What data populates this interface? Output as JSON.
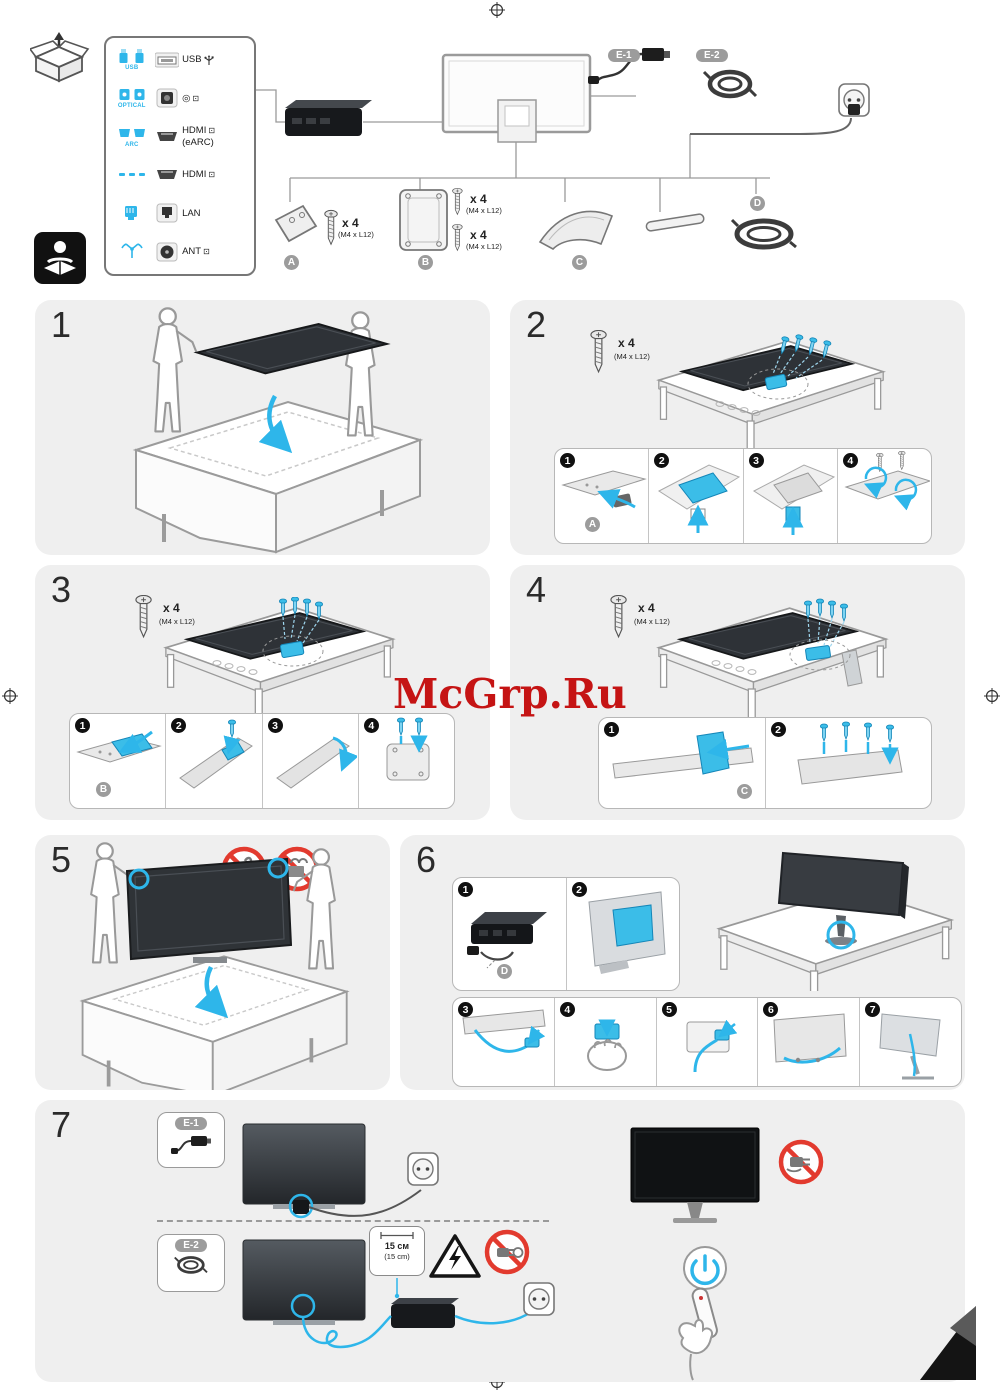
{
  "page": {
    "watermark": "McGrp.Ru"
  },
  "colors": {
    "accent_blue": "#2eb6ea",
    "part_blue": "#3bbde8",
    "prohibit_red": "#e23a2e",
    "watermark_red": "#c51414",
    "section_gray": "#efefef"
  },
  "ports_panel": {
    "rows": [
      {
        "label": "USB",
        "text": "USB"
      },
      {
        "label": "OPTICAL",
        "text": ""
      },
      {
        "label": "ARC",
        "text": "HDMI",
        "text2": "(eARC)"
      },
      {
        "label": "",
        "text": "HDMI"
      },
      {
        "label": "",
        "text": "LAN"
      },
      {
        "label": "",
        "text": "ANT"
      }
    ]
  },
  "glyphs": {
    "input": "⊡",
    "optical_out": "◎"
  },
  "screw": {
    "qty": "x 4",
    "size": "(M4 x L12)"
  },
  "parts": {
    "a": "A",
    "b": "B",
    "c": "C",
    "d": "D"
  },
  "cables": {
    "e1": "E-1",
    "e2": "E-2"
  },
  "sections": {
    "s1": "1",
    "s2": "2",
    "s3": "3",
    "s4": "4",
    "s5": "5",
    "s6": "6",
    "s7": "7"
  },
  "steps": {
    "n1": "1",
    "n2": "2",
    "n3": "3",
    "n4": "4",
    "n5": "5",
    "n6": "6",
    "n7": "7"
  },
  "labels": {
    "distance": "15 см",
    "distance_alt": "(15 cm)"
  }
}
